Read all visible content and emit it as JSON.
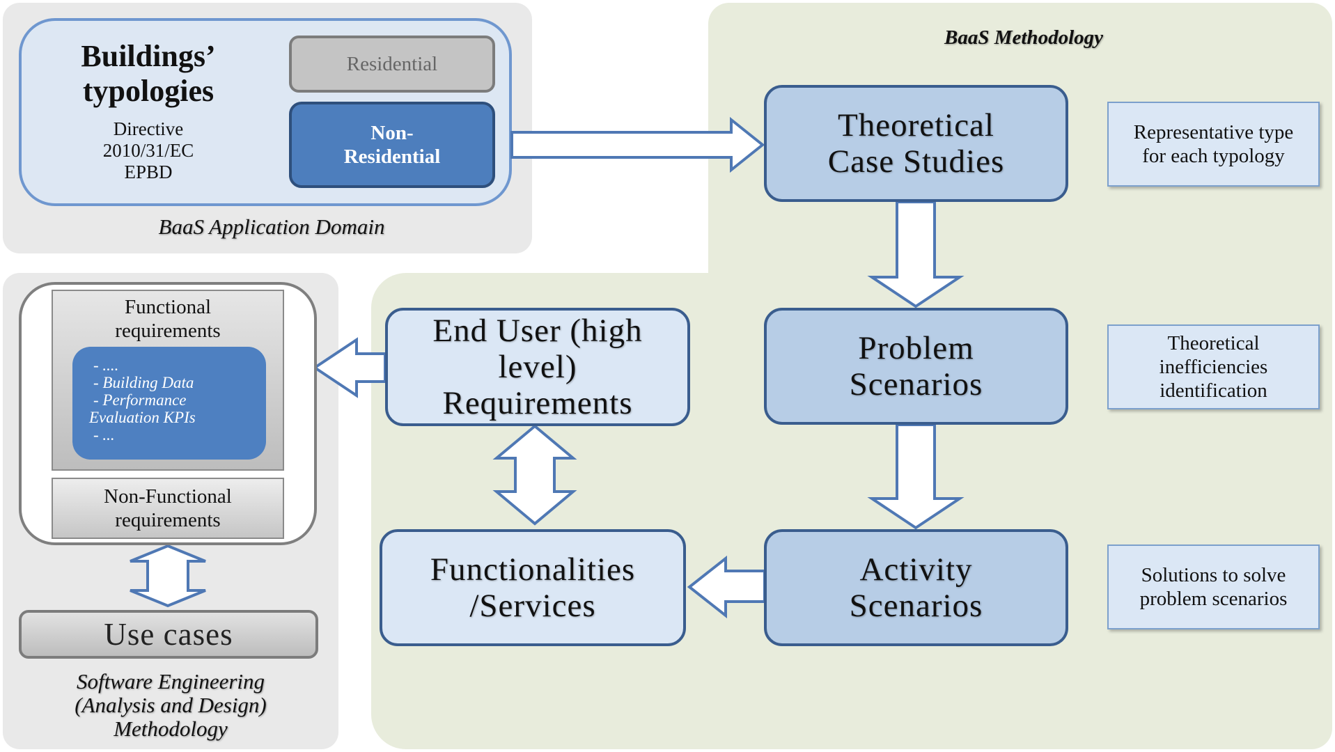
{
  "application_domain": {
    "title": "Buildings’ typologies",
    "sub_lines": [
      "Directive",
      "2010/31/EC",
      "EPBD"
    ],
    "residential": "Residential",
    "non_residential": "Non-Residential",
    "label": "BaaS Application Domain"
  },
  "methodology": {
    "label": "BaaS Methodology",
    "theoretical": "Theoretical Case Studies",
    "problem": "Problem Scenarios",
    "activity": "Activity Scenarios",
    "end_user": "End User (high level) Requirements",
    "functionalities": "Functionalities /Services",
    "note_representative": "Representative type for each typology",
    "note_inefficiencies": "Theoretical inefficiencies identification",
    "note_solutions": "Solutions to solve problem scenarios"
  },
  "software_engineering": {
    "functional_title": "Functional requirements",
    "functional_items": [
      "- ....",
      "- Building Data",
      "- Performance",
      "Evaluation KPIs",
      "- ..."
    ],
    "non_functional": "Non-Functional requirements",
    "use_cases": "Use cases",
    "label_lines": [
      "Software Engineering",
      "(Analysis and Design)",
      "Methodology"
    ]
  },
  "colors": {
    "arrow_stroke": "#4f78b4",
    "box_dark": "#b7cde6",
    "box_light": "#dbe7f5",
    "accent_blue": "#4d7ebd",
    "panel_green": "#e8ecdc",
    "panel_grey": "#e9e9e9"
  }
}
